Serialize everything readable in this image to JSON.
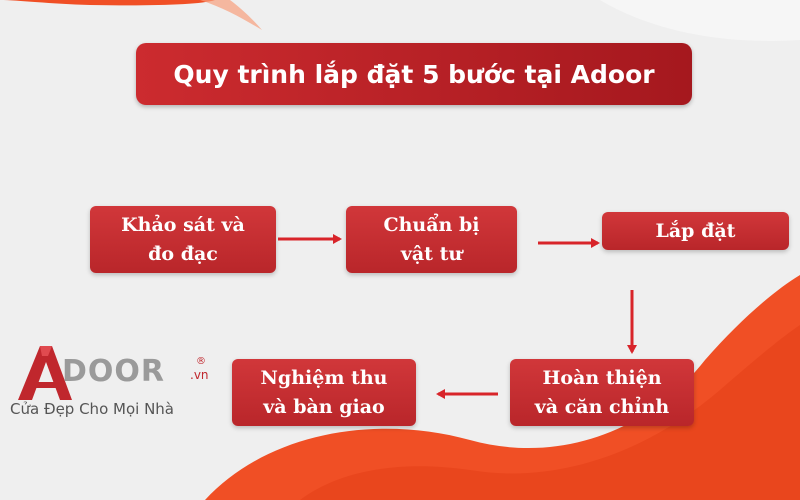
{
  "title": "Quy trình lắp đặt 5 bước tại Adoor",
  "steps": [
    {
      "line1": "Khảo sát và",
      "line2": "đo đạc"
    },
    {
      "line1": "Chuẩn bị",
      "line2": "vật tư"
    },
    {
      "line1": "Lắp đặt",
      "line2": ""
    },
    {
      "line1": "Hoàn thiện",
      "line2": "và căn chỉnh"
    },
    {
      "line1": "Nghiệm thu",
      "line2": "và bàn giao"
    }
  ],
  "logo": {
    "word": "DOOR",
    "suffix": ".vn",
    "registered": "®",
    "tagline": "Cửa Đẹp Cho Mọi Nhà"
  },
  "colors": {
    "primary_red": "#c62a2e",
    "accent_orange": "#f2542a",
    "background": "#eeeeee"
  }
}
